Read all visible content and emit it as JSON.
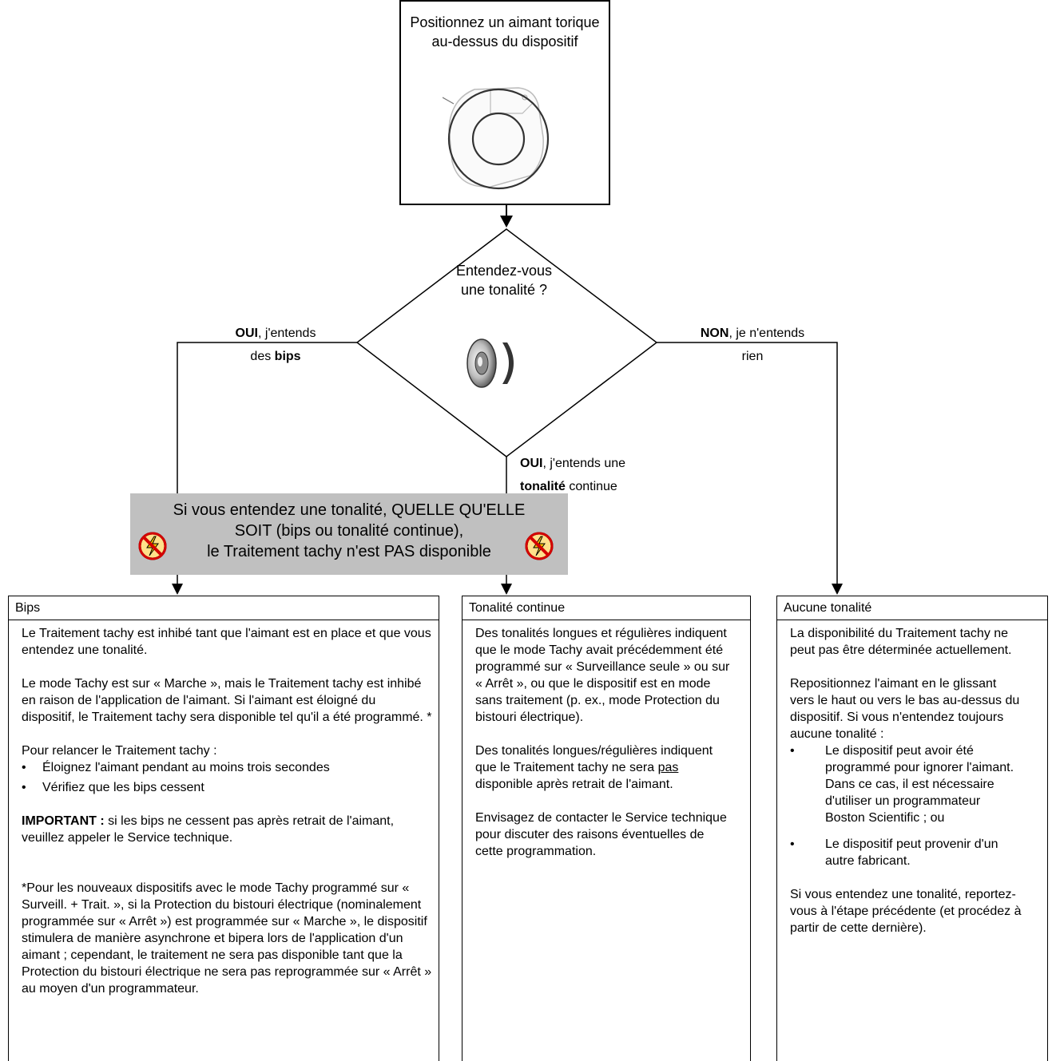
{
  "start": {
    "text": "Positionnez un aimant torique au-dessus du dispositif",
    "icon": "ring-magnet-icon"
  },
  "decision": {
    "question": "Entendez-vous une tonalité ?",
    "icon": "speaker-icon"
  },
  "edges": {
    "left": {
      "bold": "OUI",
      "text1": ", j'entends",
      "text2": "des ",
      "bold2": "bips"
    },
    "middle": {
      "bold": "OUI",
      "text1": ", j'entends une",
      "bold2": "tonalité",
      "text2": " continue"
    },
    "right": {
      "bold": "NON",
      "text1": ", je n'entends",
      "text2": "rien"
    }
  },
  "warning": {
    "line1": "Si vous entendez une tonalité, QUELLE QU'ELLE",
    "line2": "SOIT (bips ou tonalité continue),",
    "line3": "le Traitement tachy n'est PAS disponible",
    "icon": "no-shock-icon",
    "color": "#c0c0c0"
  },
  "results": {
    "bips": {
      "title": "Bips",
      "p1": "Le Traitement tachy est inhibé tant que l'aimant est en place et que vous entendez une tonalité.",
      "p2": "Le mode Tachy est sur « Marche », mais le Traitement tachy est inhibé en raison de l'application de l'aimant. Si l'aimant est éloigné du dispositif, le Traitement tachy sera disponible tel qu'il a été programmé. *",
      "p3": "Pour relancer le Traitement tachy :",
      "bullets": [
        "Éloignez l'aimant pendant au moins trois secondes",
        "Vérifiez que les bips cessent"
      ],
      "important_label": "IMPORTANT :",
      "important_text": " si les bips ne cessent pas après retrait de l'aimant, veuillez appeler le Service technique.",
      "footnote": "*Pour les nouveaux dispositifs avec le mode Tachy programmé sur « Surveill. + Trait. », si la Protection du bistouri électrique (nominalement programmée sur « Arrêt ») est programmée sur « Marche », le dispositif stimulera de manière asynchrone et bipera lors de l'application d'un aimant ; cependant, le traitement ne sera pas disponible tant que la Protection du bistouri électrique ne sera pas reprogrammée sur « Arrêt » au moyen d'un programmateur."
    },
    "continue": {
      "title": "Tonalité continue",
      "p1": "Des tonalités longues et régulières indiquent que le mode Tachy avait précédemment été programmé sur « Surveillance seule » ou sur « Arrêt », ou que le dispositif est en mode sans traitement (p. ex., mode Protection du bistouri électrique).",
      "p2_a": "Des tonalités longues/régulières indiquent que le Traitement tachy ne sera ",
      "p2_u": "pas",
      "p2_b": " disponible après retrait de l'aimant.",
      "p3": "Envisagez de contacter le Service technique pour discuter des raisons éventuelles de cette programmation."
    },
    "aucune": {
      "title": "Aucune tonalité",
      "p1": "La disponibilité du Traitement tachy ne peut pas être déterminée actuellement.",
      "p2": "Repositionnez l'aimant en le glissant vers le haut ou vers le bas au-dessus du dispositif. Si vous n'entendez toujours aucune tonalité :",
      "bullets": [
        "Le dispositif peut avoir été programmé pour ignorer l'aimant. Dans ce cas, il est nécessaire d'utiliser un programmateur Boston Scientific ; ou",
        "Le dispositif peut provenir d'un autre fabricant."
      ],
      "p3": "Si vous entendez une tonalité, reportez-vous à l'étape précédente (et procédez à partir de cette dernière)."
    }
  }
}
